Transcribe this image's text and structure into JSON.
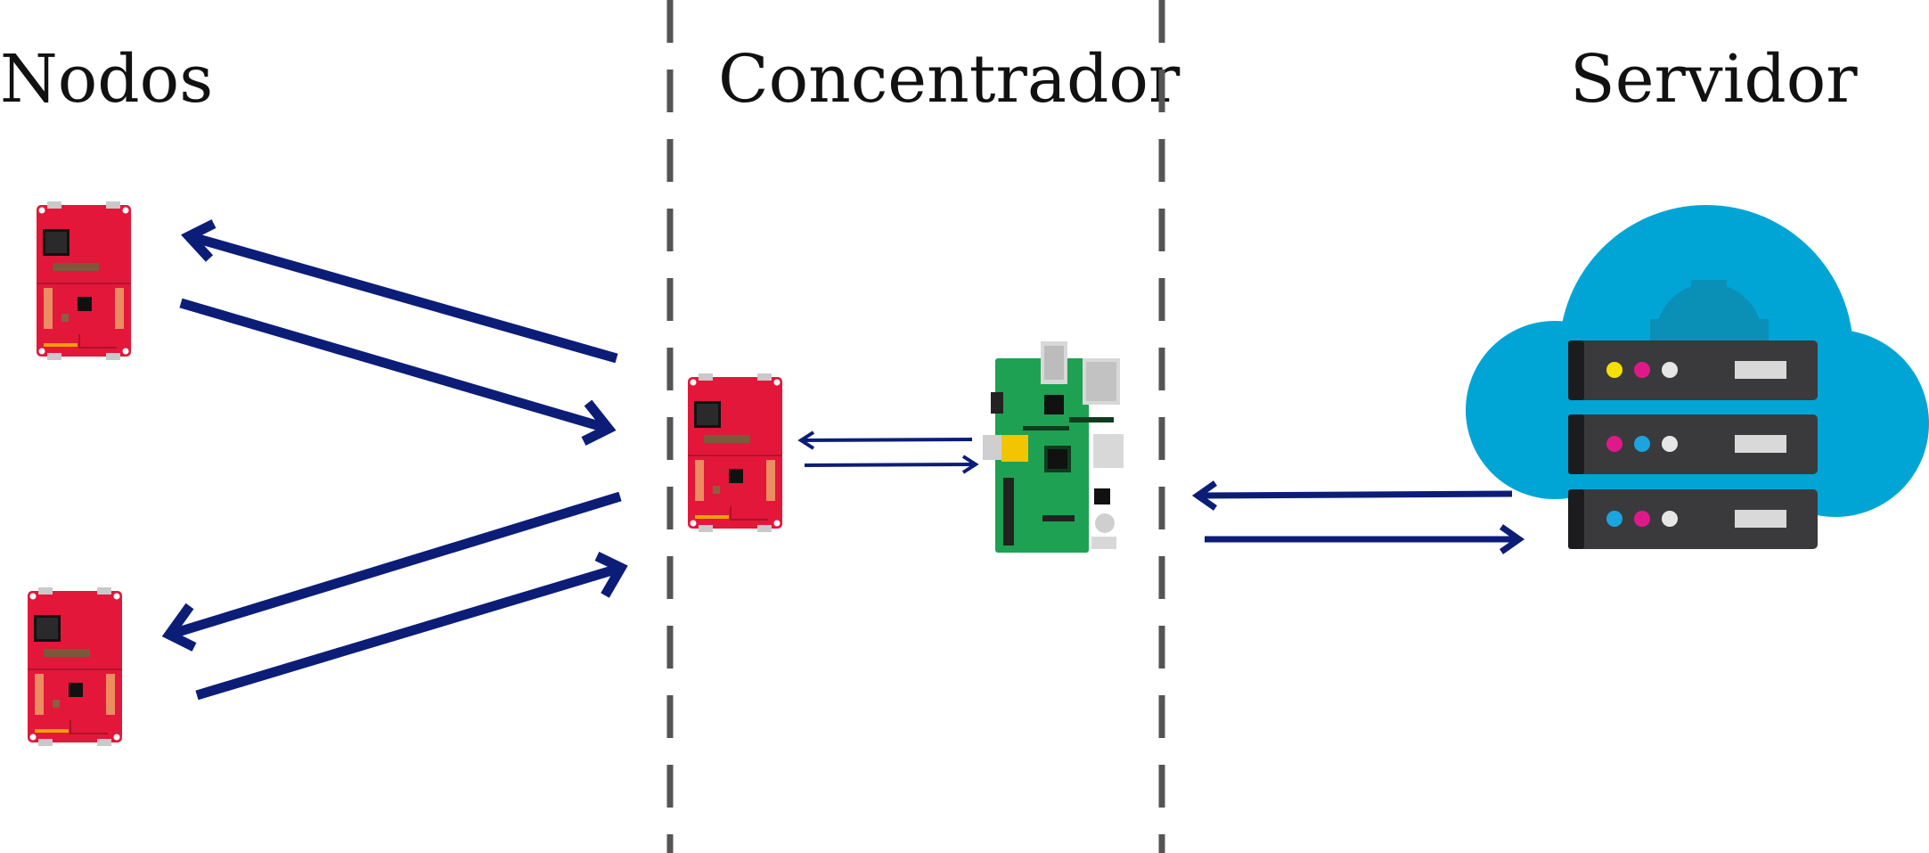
{
  "columns": {
    "nodes": "Nodos",
    "hub": "Concentrador",
    "server": "Servidor"
  },
  "colors": {
    "arrow": "#0c1d78",
    "divider": "#555555",
    "node_board": "#e2173a",
    "pi_board": "#1ea152",
    "cloud": "#00a5d6",
    "server_unit": "#3a3a3c"
  },
  "icons": {
    "node_board": "sensor-node-board-icon",
    "hub_board": "raspberry-pi-board-icon",
    "server": "cloud-server-icon"
  }
}
